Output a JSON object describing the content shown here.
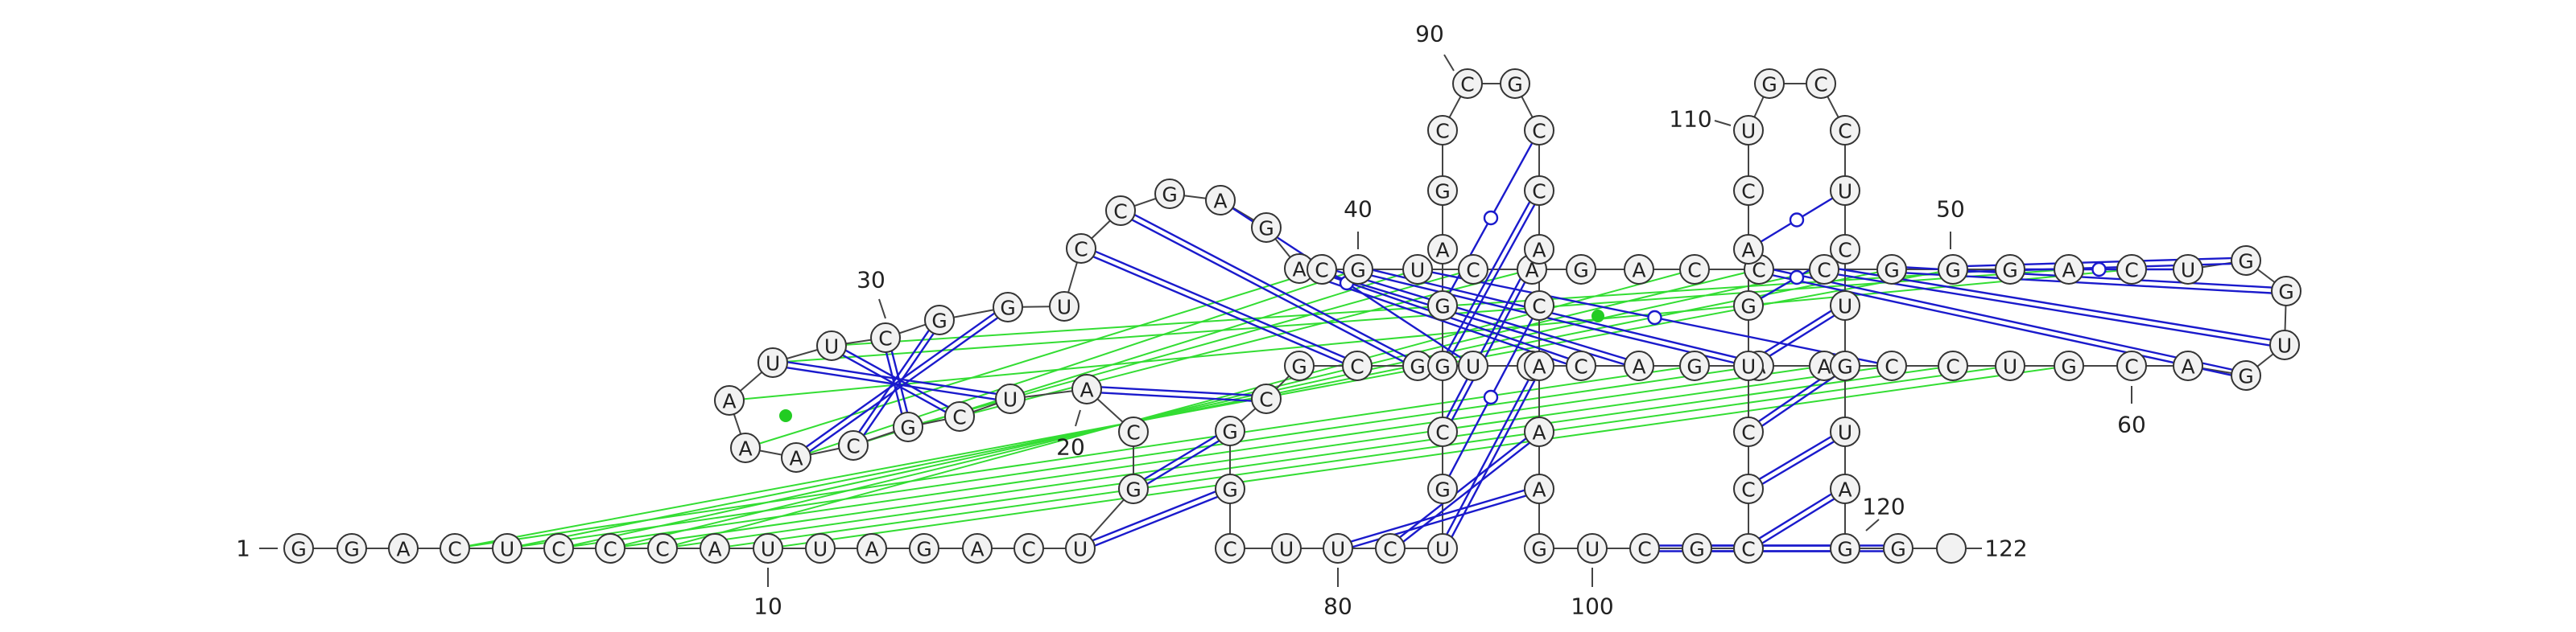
{
  "sequence": "GGACUCCCAUUAGACUGCAUCGCAAAUUCGGUCCGAGACGUCAGACCCGGGACUGGUGACGUCCAAGACUUGCGCGGCUUCUGCGGAGCCGCCACAAAGUCGCCCUGACUGCCUCUGUAGG",
  "legend": {
    "number_labels": [
      "1",
      "10",
      "20",
      "30",
      "40",
      "50",
      "60",
      "80",
      "90",
      "100",
      "110",
      "120",
      "122"
    ]
  },
  "colors": {
    "backbone": "#444444",
    "base_pair": "#1a1acc",
    "pseudoknot": "#33dd33",
    "nucleotide_fill": "#f2f2f2"
  }
}
